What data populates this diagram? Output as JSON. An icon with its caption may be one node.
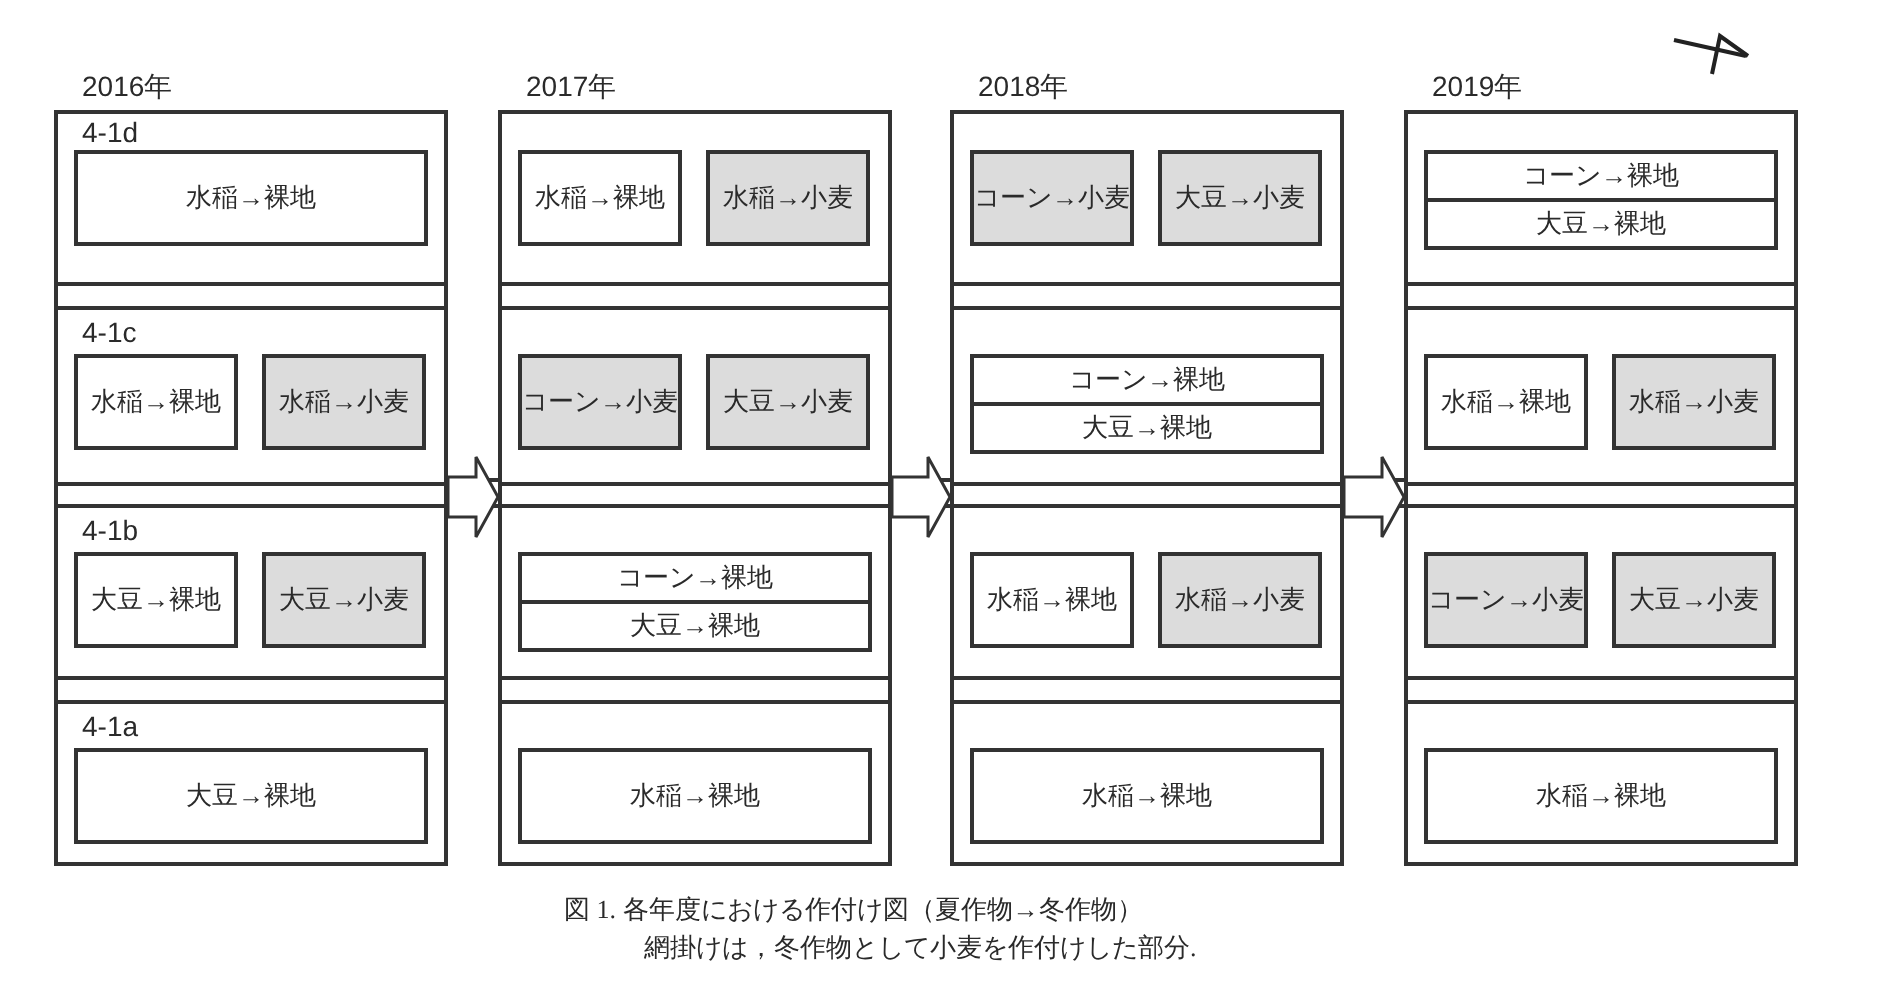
{
  "diagram": {
    "caption": "図 1.  各年度における作付け図（夏作物→冬作物）",
    "nodes": [
      {
        "text": [
          "2016年"
        ]
      },
      {
        "text": [
          "4-1d"
        ],
        "in": 0
      },
      {
        "text": [
          "水稲→裸地"
        ],
        "in": 1
      },
      {
        "text": [
          "4-1c"
        ],
        "in": 0
      },
      {
        "text": [
          "水稲→裸地"
        ],
        "in": 3
      },
      {
        "text": [
          "水稲→小麦"
        ],
        "in": 3
      },
      {
        "text": [
          "4-1b"
        ],
        "in": 0
      },
      {
        "text": [
          "大豆→裸地"
        ],
        "in": 6
      },
      {
        "text": [
          "大豆→小麦"
        ],
        "in": 6
      },
      {
        "text": [
          "4-1a"
        ],
        "in": 0
      },
      {
        "text": [
          "大豆→裸地"
        ],
        "in": 9
      },
      {
        "text": [
          "2017年"
        ]
      },
      {
        "text": [],
        "shape": "box",
        "in": 11
      },
      {
        "text": [
          "水稲→裸地"
        ],
        "in": 12
      },
      {
        "text": [
          "水稲→小麦"
        ],
        "in": 12
      },
      {
        "text": [],
        "shape": "box",
        "in": 11
      },
      {
        "text": [
          "コーン→小麦"
        ],
        "in": 15
      },
      {
        "text": [
          "大豆→小麦"
        ],
        "in": 15
      },
      {
        "text": [],
        "shape": "box",
        "in": 11
      },
      {
        "text": [
          "コーン→裸地"
        ],
        "in": 18
      },
      {
        "text": [
          "大豆→裸地"
        ],
        "in": 18
      },
      {
        "text": [],
        "shape": "box",
        "in": 11
      },
      {
        "text": [
          "水稲→裸地"
        ],
        "in": 21
      },
      {
        "text": [
          "2018年"
        ]
      },
      {
        "text": [],
        "shape": "box",
        "in": 23
      },
      {
        "text": [
          "コーン→小麦"
        ],
        "in": 24
      },
      {
        "text": [
          "大豆→小麦"
        ],
        "in": 24
      },
      {
        "text": [],
        "shape": "box",
        "in": 23
      },
      {
        "text": [
          "コーン→裸地"
        ],
        "in": 27
      },
      {
        "text": [
          "大豆→裸地"
        ],
        "in": 27
      },
      {
        "text": [],
        "shape": "box",
        "in": 23
      },
      {
        "text": [
          "水稲→裸地"
        ],
        "in": 30
      },
      {
        "text": [
          "水稲→小麦"
        ],
        "in": 30
      },
      {
        "text": [],
        "shape": "box",
        "in": 23
      },
      {
        "text": [
          "水稲→裸地"
        ],
        "in": 33
      },
      {
        "text": [
          "2019年"
        ]
      },
      {
        "text": [],
        "shape": "box",
        "in": 35
      },
      {
        "text": [
          "コーン→裸地"
        ],
        "in": 36
      },
      {
        "text": [
          "大豆→裸地"
        ],
        "in": 36
      },
      {
        "text": [],
        "shape": "box",
        "in": 35
      },
      {
        "text": [
          "水稲→裸地"
        ],
        "in": 39
      },
      {
        "text": [
          "水稲→小麦"
        ],
        "in": 39
      },
      {
        "text": [],
        "shape": "box",
        "in": 35
      },
      {
        "text": [
          "コーン→小麦"
        ],
        "in": 42
      },
      {
        "text": [
          "大豆→小麦"
        ],
        "in": 42
      },
      {
        "text": [],
        "shape": "box",
        "in": 35
      },
      {
        "text": [
          "水稲→裸地"
        ],
        "in": 45
      }
    ],
    "edges": [
      {
        "from": 0,
        "to": 11,
        "arrow": "to"
      },
      {
        "from": 11,
        "to": 23,
        "arrow": "to"
      },
      {
        "from": 23,
        "to": 35,
        "arrow": "to"
      }
    ],
    "labels": [
      "網掛けは，冬作物として小麦を作付けした部分."
    ]
  }
}
